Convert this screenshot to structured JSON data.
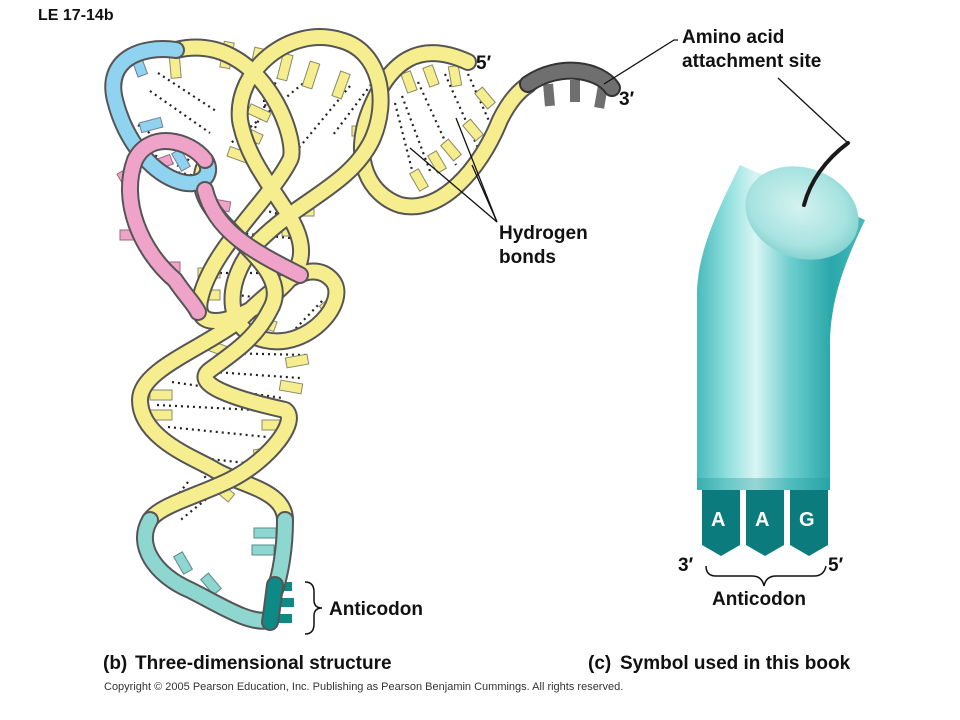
{
  "figure_id": "LE 17-14b",
  "labels": {
    "five_prime_top": "5′",
    "three_prime_top": "3′",
    "amino_acid_site_line1": "Amino acid",
    "amino_acid_site_line2": "attachment site",
    "hydrogen_bonds_line1": "Hydrogen",
    "hydrogen_bonds_line2": "bonds",
    "anticodon_left": "Anticodon",
    "anticodon_right": "Anticodon",
    "symbol_three_prime": "3′",
    "symbol_five_prime": "5′"
  },
  "anticodon_bases": [
    "A",
    "A",
    "G"
  ],
  "captions": {
    "b_letter": "(b)",
    "b_text": "Three-dimensional structure",
    "c_letter": "(c)",
    "c_text": "Symbol used in this book"
  },
  "copyright": "Copyright © 2005 Pearson Education, Inc. Publishing as Pearson Benjamin Cummings. All rights reserved.",
  "colors": {
    "strand_yellow": "#F6EE8E",
    "strand_blue": "#8FD3F0",
    "strand_pink": "#F0A3C8",
    "strand_teal_light": "#8ED6D0",
    "anticodon_teal": "#0D8A86",
    "acceptor_gray": "#6F6F6F",
    "symbol_cyan": "#5CC8C8",
    "symbol_dark_teal": "#0B7B7D"
  }
}
